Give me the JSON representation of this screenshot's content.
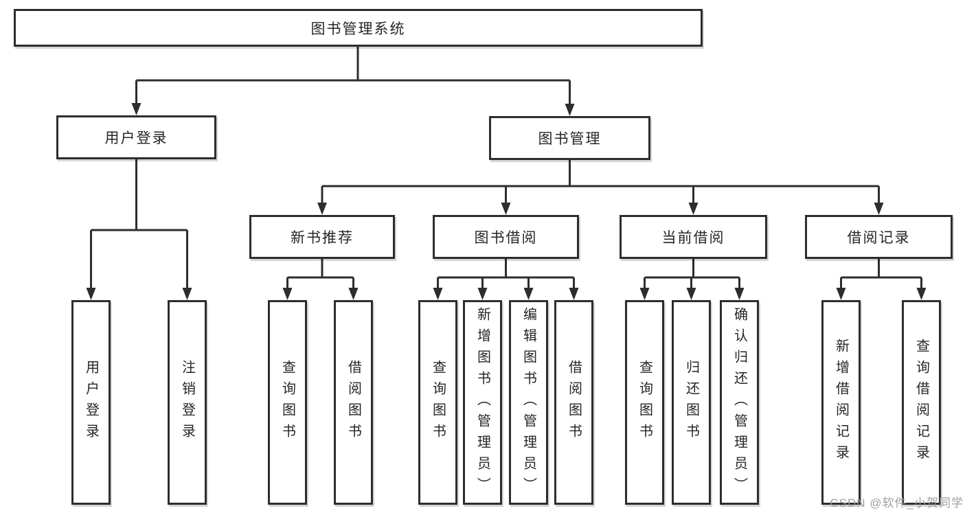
{
  "title": "图书管理系统",
  "branches": {
    "user_login": {
      "label": "用户登录",
      "children": {
        "login": "用户登录",
        "logout": "注销登录"
      }
    },
    "book_management": {
      "label": "图书管理",
      "sections": {
        "new_book_rec": {
          "label": "新书推荐",
          "children": {
            "query_books": "查询图书",
            "borrow_books": "借阅图书"
          }
        },
        "book_borrow": {
          "label": "图书借阅",
          "children": {
            "query_books": "查询图书",
            "add_books": "新增图书（管理员）",
            "edit_books": "编辑图书（管理员）",
            "borrow_books": "借阅图书"
          }
        },
        "current_borrow": {
          "label": "当前借阅",
          "children": {
            "query_books": "查询图书",
            "return_books": "归还图书",
            "confirm_return": "确认归还（管理员）"
          }
        },
        "borrow_records": {
          "label": "借阅记录",
          "children": {
            "add_record": "新增借阅记录",
            "query_record": "查询借阅记录"
          }
        }
      }
    }
  },
  "watermark": "CSDN @软件_小贺同学",
  "colors": {
    "line": "#2d2d2d",
    "text": "#262626",
    "watermark": "#9a9a9a",
    "bg": "#ffffff"
  }
}
